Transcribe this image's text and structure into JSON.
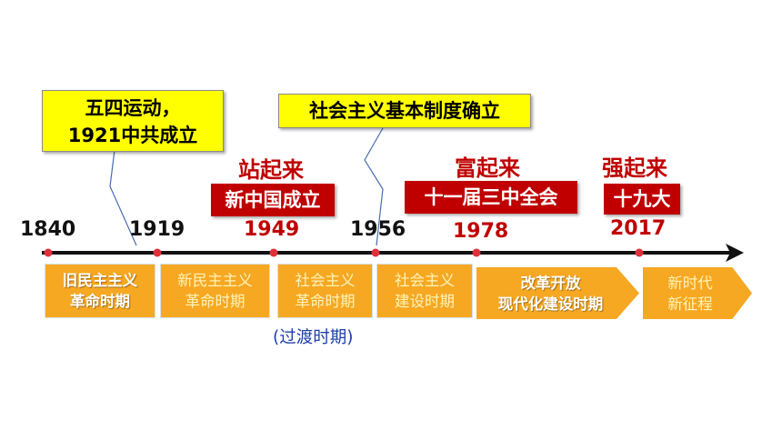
{
  "callouts": {
    "may_fourth_line1": "五四运动，",
    "may_fourth_line2": "1921中共成立",
    "socialist_system": "社会主义基本制度确立"
  },
  "slogans": {
    "stand_up": "站起来",
    "get_rich": "富起来",
    "grow_strong": "强起来"
  },
  "events": {
    "new_china": "新中国成立",
    "third_plenum": "十一届三中全会",
    "nineteenth_congress": "十九大"
  },
  "years": [
    "1840",
    "1919",
    "1949",
    "1956",
    "1978",
    "2017"
  ],
  "periods": [
    {
      "line1": "旧民主主义",
      "line2": "革命时期"
    },
    {
      "line1": "新民主主义",
      "line2": "革命时期"
    },
    {
      "line1": "社会主义",
      "line2": "革命时期"
    },
    {
      "line1": "社会主义",
      "line2": "建设时期"
    },
    {
      "line1": "改革开放",
      "line2": "现代化建设时期"
    },
    {
      "line1": "新时代",
      "line2": "新征程"
    }
  ],
  "transition_note": "(过渡时期)",
  "colors": {
    "callout": "#ffff00",
    "slogan_red": "#c00000",
    "event_bg": "#c00000",
    "period_bg": "#f6a823",
    "timeline_dot": "#e0303a",
    "note_blue": "#1f3fa8"
  }
}
